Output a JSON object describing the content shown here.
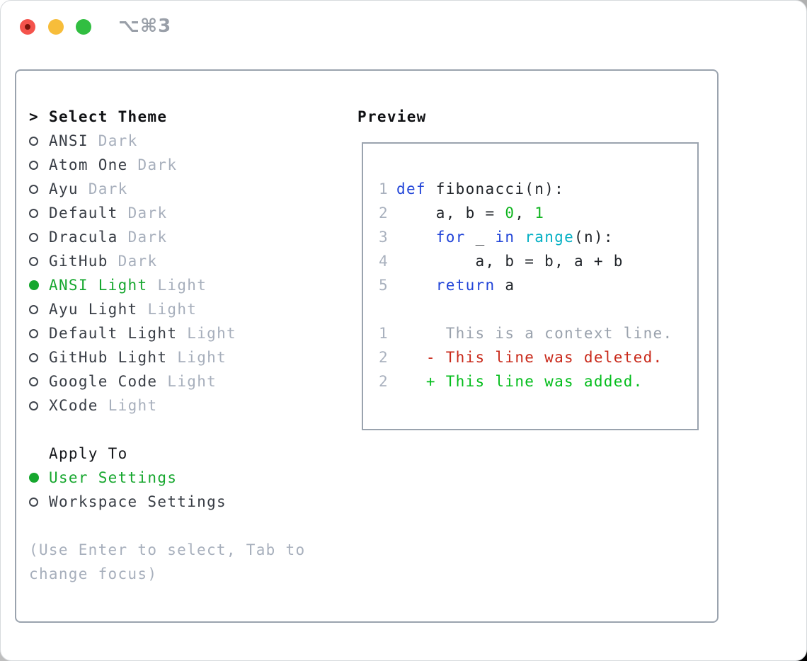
{
  "titlebar": {
    "shortcut": "⌥⌘3"
  },
  "theme_select": {
    "prompt": ">",
    "title": "Select Theme",
    "options": [
      {
        "name": "ANSI",
        "variant": "Dark",
        "selected": false
      },
      {
        "name": "Atom One",
        "variant": "Dark",
        "selected": false
      },
      {
        "name": "Ayu",
        "variant": "Dark",
        "selected": false
      },
      {
        "name": "Default",
        "variant": "Dark",
        "selected": false
      },
      {
        "name": "Dracula",
        "variant": "Dark",
        "selected": false
      },
      {
        "name": "GitHub",
        "variant": "Dark",
        "selected": false
      },
      {
        "name": "ANSI Light",
        "variant": "Light",
        "selected": true
      },
      {
        "name": "Ayu Light",
        "variant": "Light",
        "selected": false
      },
      {
        "name": "Default Light",
        "variant": "Light",
        "selected": false
      },
      {
        "name": "GitHub Light",
        "variant": "Light",
        "selected": false
      },
      {
        "name": "Google Code",
        "variant": "Light",
        "selected": false
      },
      {
        "name": "XCode",
        "variant": "Light",
        "selected": false
      }
    ]
  },
  "apply_to": {
    "title": "Apply To",
    "options": [
      {
        "name": "User Settings",
        "selected": true
      },
      {
        "name": "Workspace Settings",
        "selected": false
      }
    ]
  },
  "help_text": "(Use Enter to select, Tab to change focus)",
  "preview": {
    "title": "Preview",
    "code_lines": [
      {
        "num": "1",
        "tokens": [
          {
            "t": "def",
            "c": "kw"
          },
          {
            "t": " fibonacci(n):",
            "c": "plain"
          }
        ]
      },
      {
        "num": "2",
        "tokens": [
          {
            "t": "    a, b = ",
            "c": "plain"
          },
          {
            "t": "0",
            "c": "num"
          },
          {
            "t": ", ",
            "c": "plain"
          },
          {
            "t": "1",
            "c": "num"
          }
        ]
      },
      {
        "num": "3",
        "tokens": [
          {
            "t": "    ",
            "c": "plain"
          },
          {
            "t": "for",
            "c": "kw"
          },
          {
            "t": " _ ",
            "c": "plain"
          },
          {
            "t": "in",
            "c": "kw"
          },
          {
            "t": " ",
            "c": "plain"
          },
          {
            "t": "range",
            "c": "builtin"
          },
          {
            "t": "(n):",
            "c": "plain"
          }
        ]
      },
      {
        "num": "4",
        "tokens": [
          {
            "t": "        a, b = b, a + b",
            "c": "plain"
          }
        ]
      },
      {
        "num": "5",
        "tokens": [
          {
            "t": "    ",
            "c": "plain"
          },
          {
            "t": "return",
            "c": "kw"
          },
          {
            "t": " a",
            "c": "plain"
          }
        ]
      }
    ],
    "diff_lines": [
      {
        "num": "1",
        "tokens": [
          {
            "t": "     This is a context line.",
            "c": "ctx"
          }
        ]
      },
      {
        "num": "2",
        "tokens": [
          {
            "t": "   - This line was deleted.",
            "c": "del"
          }
        ]
      },
      {
        "num": "2",
        "tokens": [
          {
            "t": "   + This line was added.",
            "c": "add"
          }
        ]
      }
    ]
  },
  "colors": {
    "accent_green": "#16a72e",
    "keyword_blue": "#2144d8",
    "builtin_cyan": "#04b0c4",
    "number_green": "#0eb41e",
    "deleted_red": "#c9291a",
    "added_green": "#03bd1b",
    "muted_gray": "#a7afbc",
    "text_dark": "#383d45",
    "line_number_gray": "#a9b1be",
    "panel_border": "#9aa3ae",
    "traffic_red": "#f4534c",
    "traffic_yellow": "#f7bd3a",
    "traffic_green": "#31be41"
  }
}
